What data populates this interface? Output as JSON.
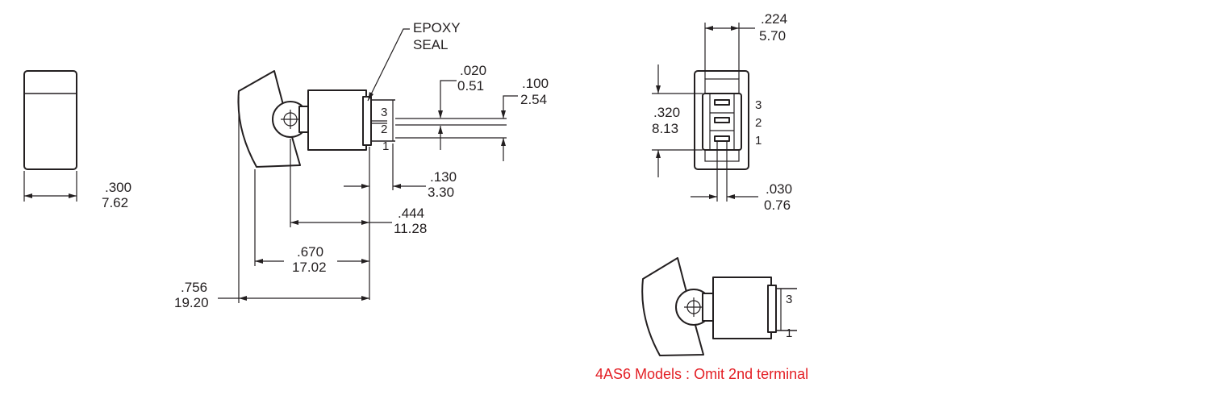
{
  "colors": {
    "ink": "#231f20",
    "note": "#e31e24",
    "background": "#ffffff"
  },
  "side_view": {
    "actuator_width": {
      "in": ".300",
      "mm": "7.62"
    },
    "epoxy_seal": {
      "line1": "EPOXY",
      "line2": "SEAL"
    },
    "terminal_thickness": {
      "in": ".020",
      "mm": "0.51"
    },
    "terminal_spacing": {
      "in": ".100",
      "mm": "2.54"
    },
    "terminal_length": {
      "in": ".130",
      "mm": "3.30"
    },
    "body_length": {
      "in": ".444",
      "mm": "11.28"
    },
    "length_to_pivot": {
      "in": ".670",
      "mm": "17.02"
    },
    "overall_length": {
      "in": ".756",
      "mm": "19.20"
    },
    "terminal_labels": [
      "3",
      "2",
      "1"
    ]
  },
  "rear_view": {
    "width": {
      "in": ".224",
      "mm": "5.70"
    },
    "height": {
      "in": ".320",
      "mm": "8.13"
    },
    "terminal_width": {
      "in": ".030",
      "mm": "0.76"
    },
    "terminal_labels": [
      "3",
      "2",
      "1"
    ]
  },
  "variant_view": {
    "terminal_labels": [
      "3",
      "1"
    ],
    "note": "4AS6  Models : Omit 2nd  terminal"
  }
}
